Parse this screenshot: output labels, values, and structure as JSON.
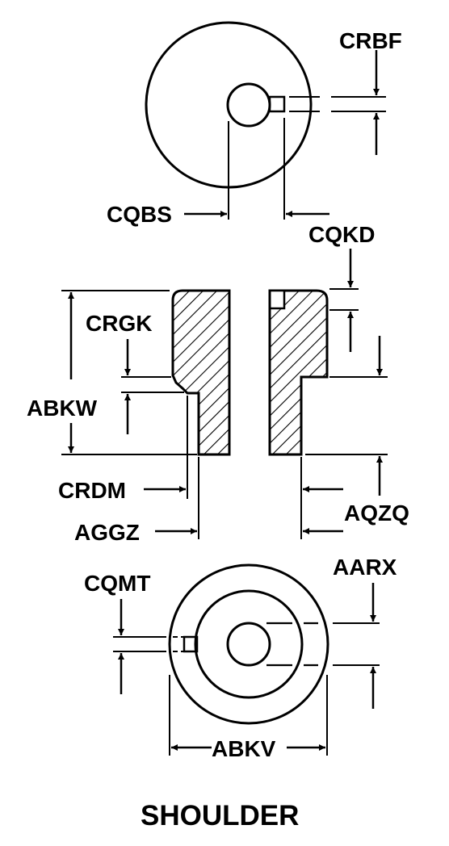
{
  "title": "SHOULDER",
  "dimensions": {
    "crbf": "CRBF",
    "cqbs": "CQBS",
    "cqkd": "CQKD",
    "crgk": "CRGK",
    "abkw": "ABKW",
    "crdm": "CRDM",
    "aqzq": "AQZQ",
    "aggz": "AGGZ",
    "aarx": "AARX",
    "cqmt": "CQMT",
    "abkv": "ABKV"
  },
  "colors": {
    "ink": "#000000",
    "paper": "#ffffff"
  }
}
